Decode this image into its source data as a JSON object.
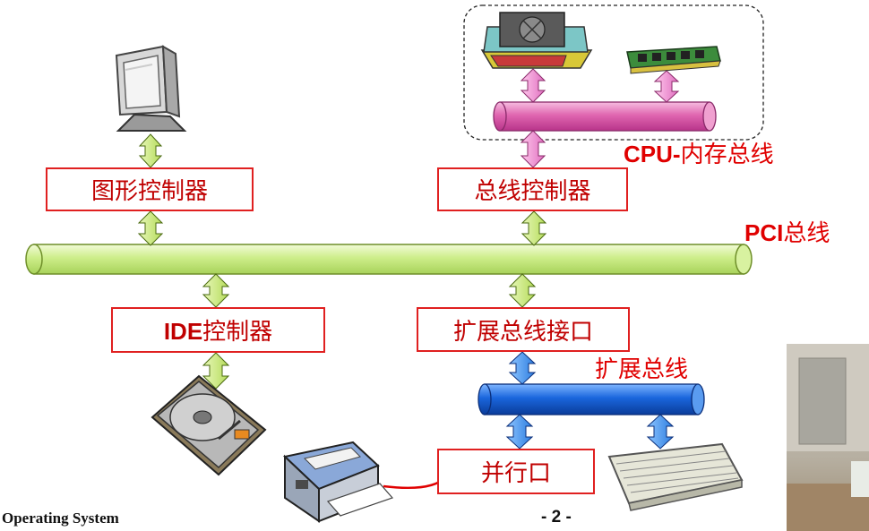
{
  "boxes": {
    "graphics_controller": "图形控制器",
    "bus_controller": "总线控制器",
    "ide_controller_prefix": "IDE",
    "ide_controller_suffix": "控制器",
    "expansion_bus_interface": "扩展总线接口",
    "parallel_port": "并行口"
  },
  "labels": {
    "cpu_memory_bus_prefix": "CPU-",
    "cpu_memory_bus_suffix": "内存总线",
    "pci_bus_prefix": "PCI",
    "pci_bus_suffix": "总线",
    "expansion_bus": "扩展总线"
  },
  "footer": {
    "course": "Operating System",
    "page": "- 2 -"
  },
  "colors": {
    "pci_bus": "#ccee88",
    "cpu_memory_bus": "#e066b0",
    "expansion_bus": "#1a66dd",
    "box_border": "#e02020",
    "label_text": "#e00000"
  },
  "icons": [
    "monitor-icon",
    "cpu-icon",
    "memory-module-icon",
    "hard-disk-icon",
    "printer-icon",
    "keyboard-icon"
  ]
}
